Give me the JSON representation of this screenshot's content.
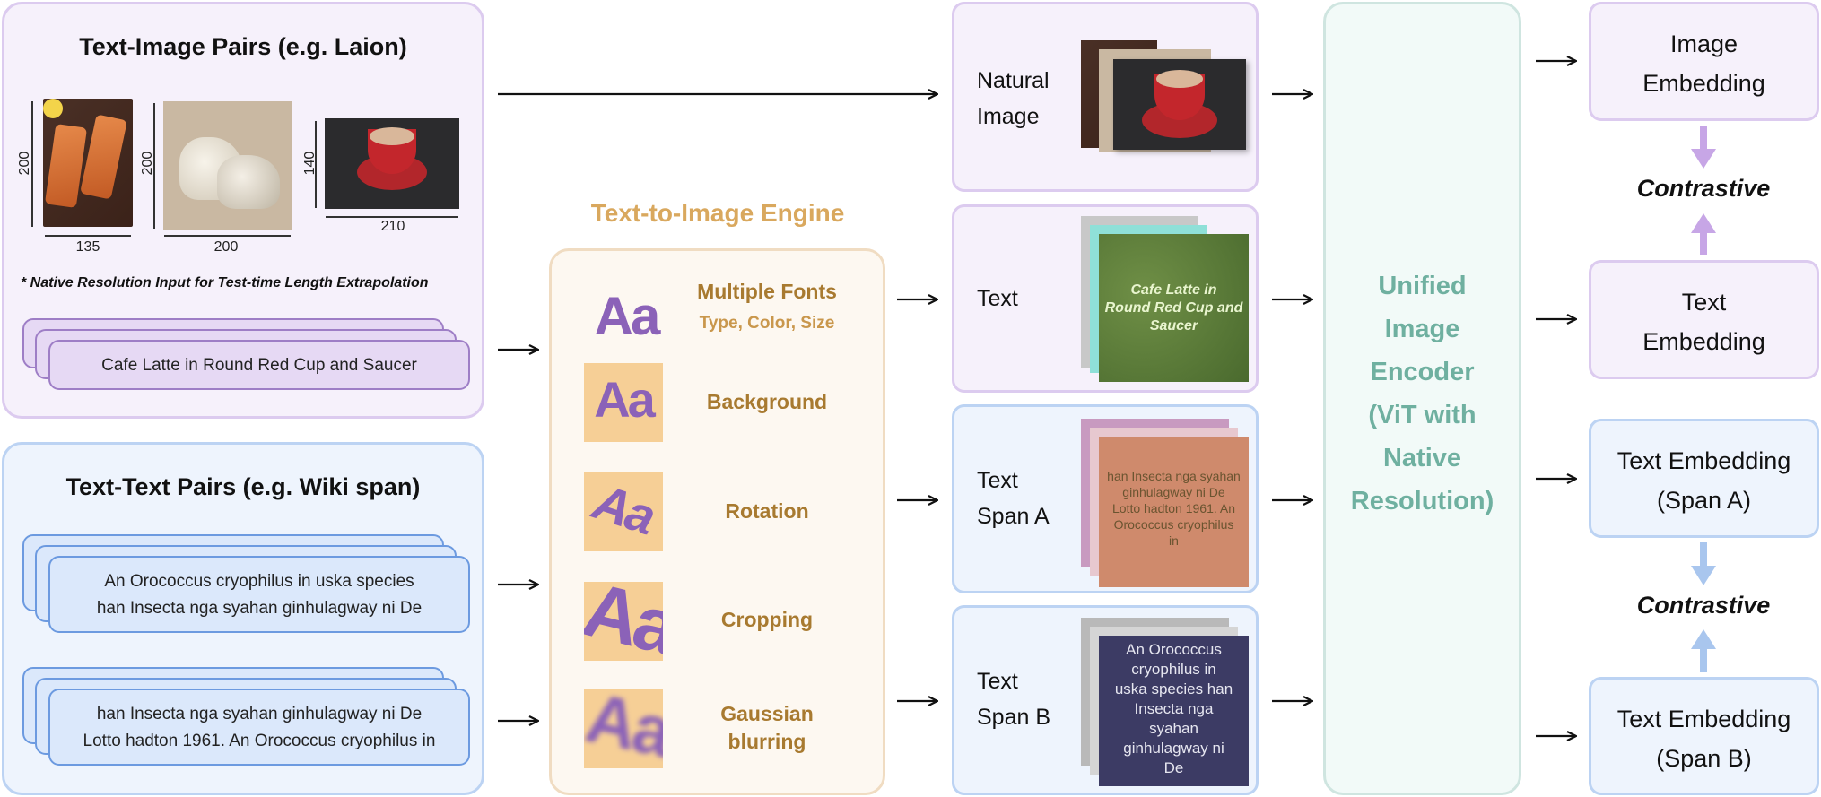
{
  "text_image": {
    "title": "Text-Image Pairs (e.g. Laion)",
    "dims": {
      "img1_h": "200",
      "img1_w": "135",
      "img2_h": "200",
      "img2_w": "200",
      "img3_h": "140",
      "img3_w": "210"
    },
    "note": "* Native Resolution Input for Test-time Length Extrapolation",
    "caption": "Cafe Latte in Round Red Cup and Saucer"
  },
  "text_text": {
    "title": "Text-Text Pairs (e.g. Wiki span)",
    "span_a": [
      "An Orococcus cryophilus in uska species",
      "han Insecta nga syahan ginhulagway ni De"
    ],
    "span_b": [
      "han Insecta nga syahan ginhulagway ni De",
      "Lotto hadton 1961. An Orococcus cryophilus in"
    ]
  },
  "engine": {
    "title": "Text-to-Image Engine",
    "glyph": "Aa",
    "options": [
      {
        "label": "Multiple Fonts",
        "sub": "Type, Color, Size"
      },
      {
        "label": "Background"
      },
      {
        "label": "Rotation"
      },
      {
        "label": "Cropping"
      },
      {
        "label": "Gaussian",
        "label2": "blurring"
      }
    ]
  },
  "inputs": {
    "natural": [
      "Natural",
      "Image"
    ],
    "text": "Text",
    "span_a": [
      "Text",
      "Span A"
    ],
    "span_b": [
      "Text",
      "Span B"
    ],
    "text_render": [
      "Cafe Latte in",
      "Round Red Cup and",
      "Saucer"
    ],
    "span_a_render": [
      "han Insecta nga syahan",
      "ginhulagway ni De",
      "Lotto hadton 1961. An",
      "Orococcus cryophilus",
      "in"
    ],
    "span_b_render": [
      "An Orococcus",
      "cryophilus in",
      "uska species han",
      "Insecta nga",
      "syahan",
      "ginhulagway ni",
      "De"
    ]
  },
  "encoder": {
    "lines": [
      "Unified",
      "Image",
      "Encoder",
      "(ViT with",
      "Native",
      "Resolution)"
    ]
  },
  "outputs": {
    "image_embedding": [
      "Image",
      "Embedding"
    ],
    "text_embedding": [
      "Text",
      "Embedding"
    ],
    "span_a_embedding": [
      "Text Embedding",
      "(Span A)"
    ],
    "span_b_embedding": [
      "Text Embedding",
      "(Span B)"
    ],
    "contrastive": "Contrastive"
  },
  "colors": {
    "purple_border": "#dccbef",
    "blue_border": "#bcd3f3",
    "engine_text": "#a87a30",
    "encoder_text": "#6fb0a0",
    "glyph_purple": "#8b62b8",
    "purple_arrow": "#c7a6e6",
    "blue_arrow": "#a9c6ee"
  }
}
